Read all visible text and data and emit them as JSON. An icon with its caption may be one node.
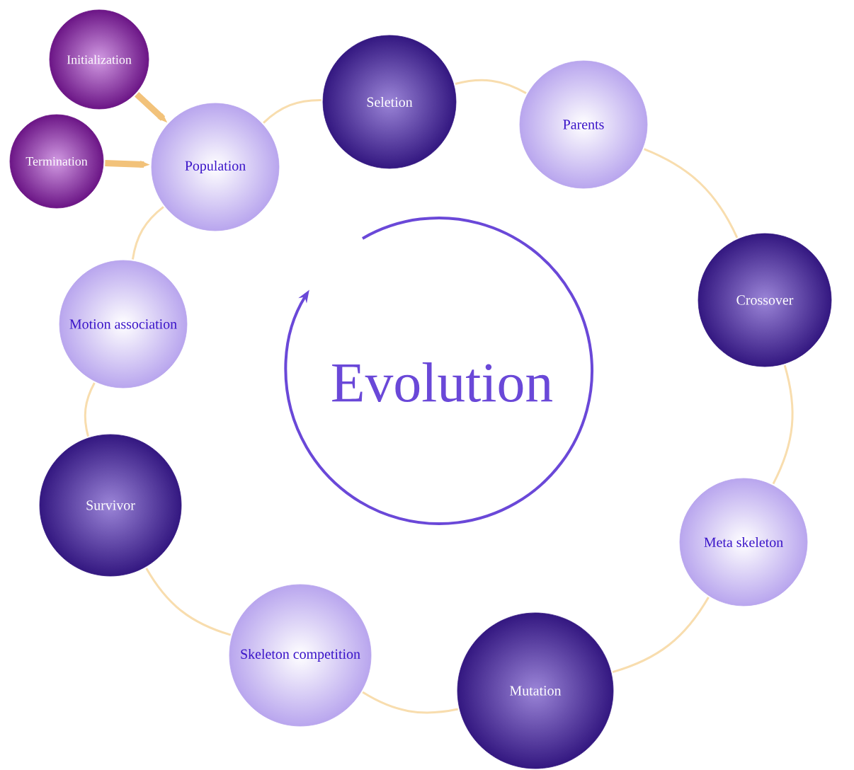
{
  "diagram": {
    "nodes": [
      {
        "text": [
          "Initialization"
        ]
      },
      {
        "text": [
          "Termination"
        ]
      },
      {
        "text": [
          "Population"
        ]
      },
      {
        "text": [
          "Seletion"
        ]
      },
      {
        "text": [
          "Parents"
        ]
      },
      {
        "text": [
          "Crossover"
        ]
      },
      {
        "text": [
          "Meta skeleton"
        ]
      },
      {
        "text": [
          "Mutation"
        ]
      },
      {
        "text": [
          "Skeleton competition"
        ]
      },
      {
        "text": [
          "Survivor"
        ]
      },
      {
        "text": [
          "Motion association"
        ]
      }
    ],
    "edges": [
      {
        "from": 0,
        "to": 2,
        "arrow": "to",
        "style": "thick"
      },
      {
        "from": 1,
        "to": 2,
        "arrow": "to",
        "style": "thick"
      },
      {
        "from": 2,
        "to": 3,
        "arrow": "none"
      },
      {
        "from": 3,
        "to": 4,
        "arrow": "none"
      },
      {
        "from": 4,
        "to": 5,
        "arrow": "none"
      },
      {
        "from": 5,
        "to": 6,
        "arrow": "none"
      },
      {
        "from": 6,
        "to": 7,
        "arrow": "none"
      },
      {
        "from": 7,
        "to": 8,
        "arrow": "none"
      },
      {
        "from": 8,
        "to": 9,
        "arrow": "none"
      },
      {
        "from": 9,
        "to": 10,
        "arrow": "none"
      },
      {
        "from": 10,
        "to": 2,
        "arrow": "none"
      }
    ],
    "labels": [
      "Evolution"
    ]
  }
}
